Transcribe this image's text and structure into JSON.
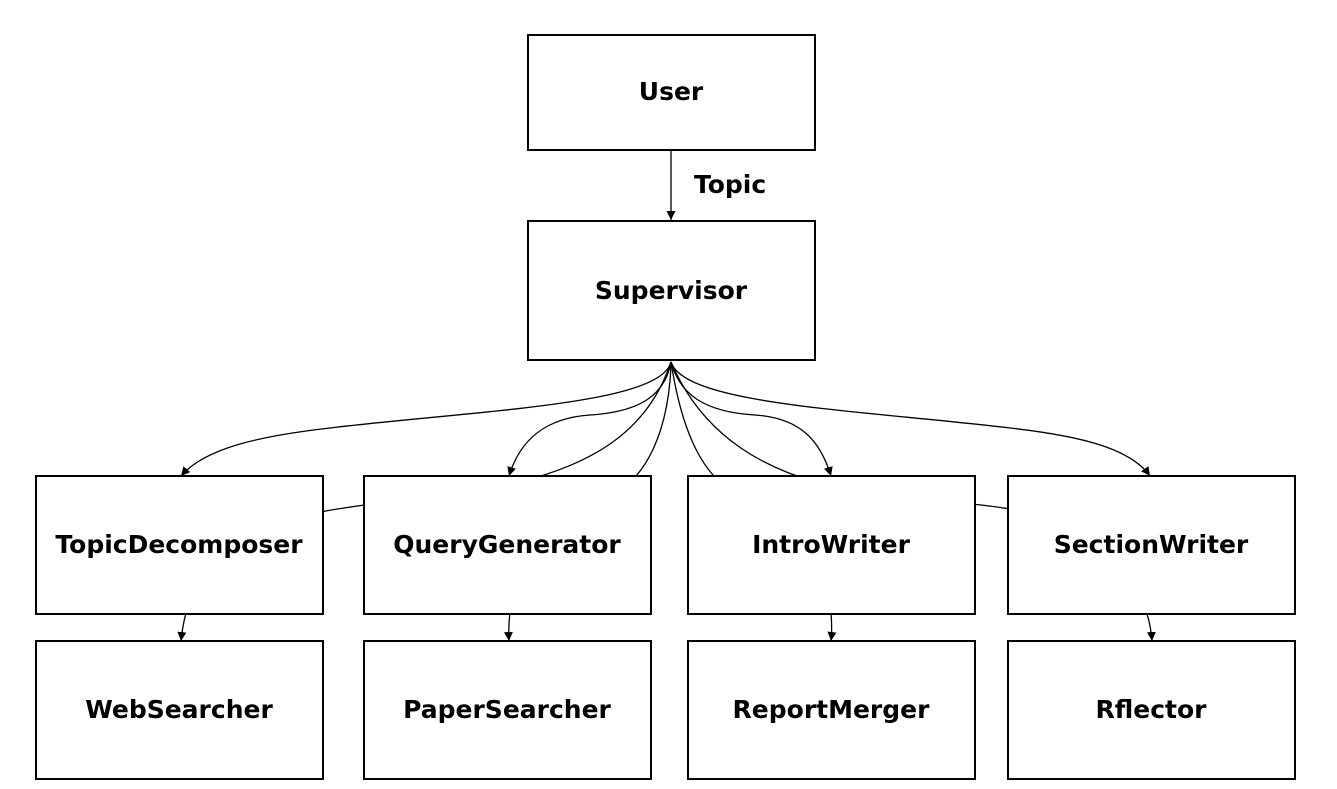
{
  "nodes": {
    "user": "User",
    "supervisor": "Supervisor",
    "topic_decomposer": "TopicDecomposer",
    "query_generator": "QueryGenerator",
    "intro_writer": "IntroWriter",
    "section_writer": "SectionWriter",
    "web_searcher": "WebSearcher",
    "paper_searcher": "PaperSearcher",
    "report_merger": "ReportMerger",
    "rflector": "Rflector"
  },
  "edges": [
    {
      "from": "User",
      "to": "Supervisor",
      "label": "Topic"
    },
    {
      "from": "Supervisor",
      "to": "TopicDecomposer"
    },
    {
      "from": "Supervisor",
      "to": "QueryGenerator"
    },
    {
      "from": "Supervisor",
      "to": "IntroWriter"
    },
    {
      "from": "Supervisor",
      "to": "SectionWriter"
    },
    {
      "from": "Supervisor",
      "to": "WebSearcher"
    },
    {
      "from": "Supervisor",
      "to": "PaperSearcher"
    },
    {
      "from": "Supervisor",
      "to": "ReportMerger"
    },
    {
      "from": "Supervisor",
      "to": "Rflector"
    }
  ],
  "colors": {
    "line": "#000000",
    "box_fill": "#ffffff",
    "text": "#000000"
  }
}
